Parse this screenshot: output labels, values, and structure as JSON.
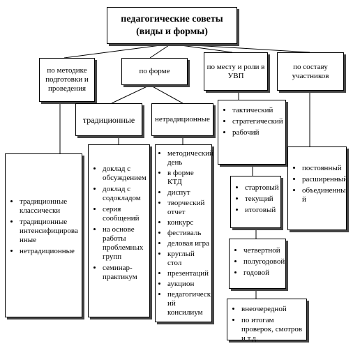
{
  "root": {
    "title": "педагогические советы (виды и формы)"
  },
  "categories": {
    "method": "по методике подготовки и проведения",
    "form": "по форме",
    "place": "по месту и роли в УВП",
    "members": "по составу участников"
  },
  "form_types": {
    "traditional": "традиционные",
    "nontraditional": "нетрадиционные"
  },
  "lists": {
    "method": [
      "традиционные классически",
      "традиционные интенсифицирова нные",
      "нетрадиционные"
    ],
    "traditional": [
      "доклад с обсуждением",
      "доклад с содокладом",
      "серия сообщений",
      "на основе работы проблемных групп",
      "семинар-практикум"
    ],
    "nontraditional": [
      "методический день",
      "в форме КТД",
      "диспут",
      "творческий отчет",
      "конкурс",
      "фестиваль",
      "деловая игра",
      "круглый стол",
      "презентаций",
      "аукцион",
      "педагогическ ий консилиум"
    ],
    "place_level": [
      "тактический",
      "стратегический",
      "рабочий"
    ],
    "place_stage": [
      "стартовый",
      "текущий",
      "итоговый"
    ],
    "period": [
      "четвертной",
      "полугодовой",
      "годовой"
    ],
    "extra": [
      "внеочередной",
      "по итогам проверок, смотров и т.д."
    ],
    "members": [
      "постоянный",
      "расширенный",
      "объединенны й"
    ]
  }
}
